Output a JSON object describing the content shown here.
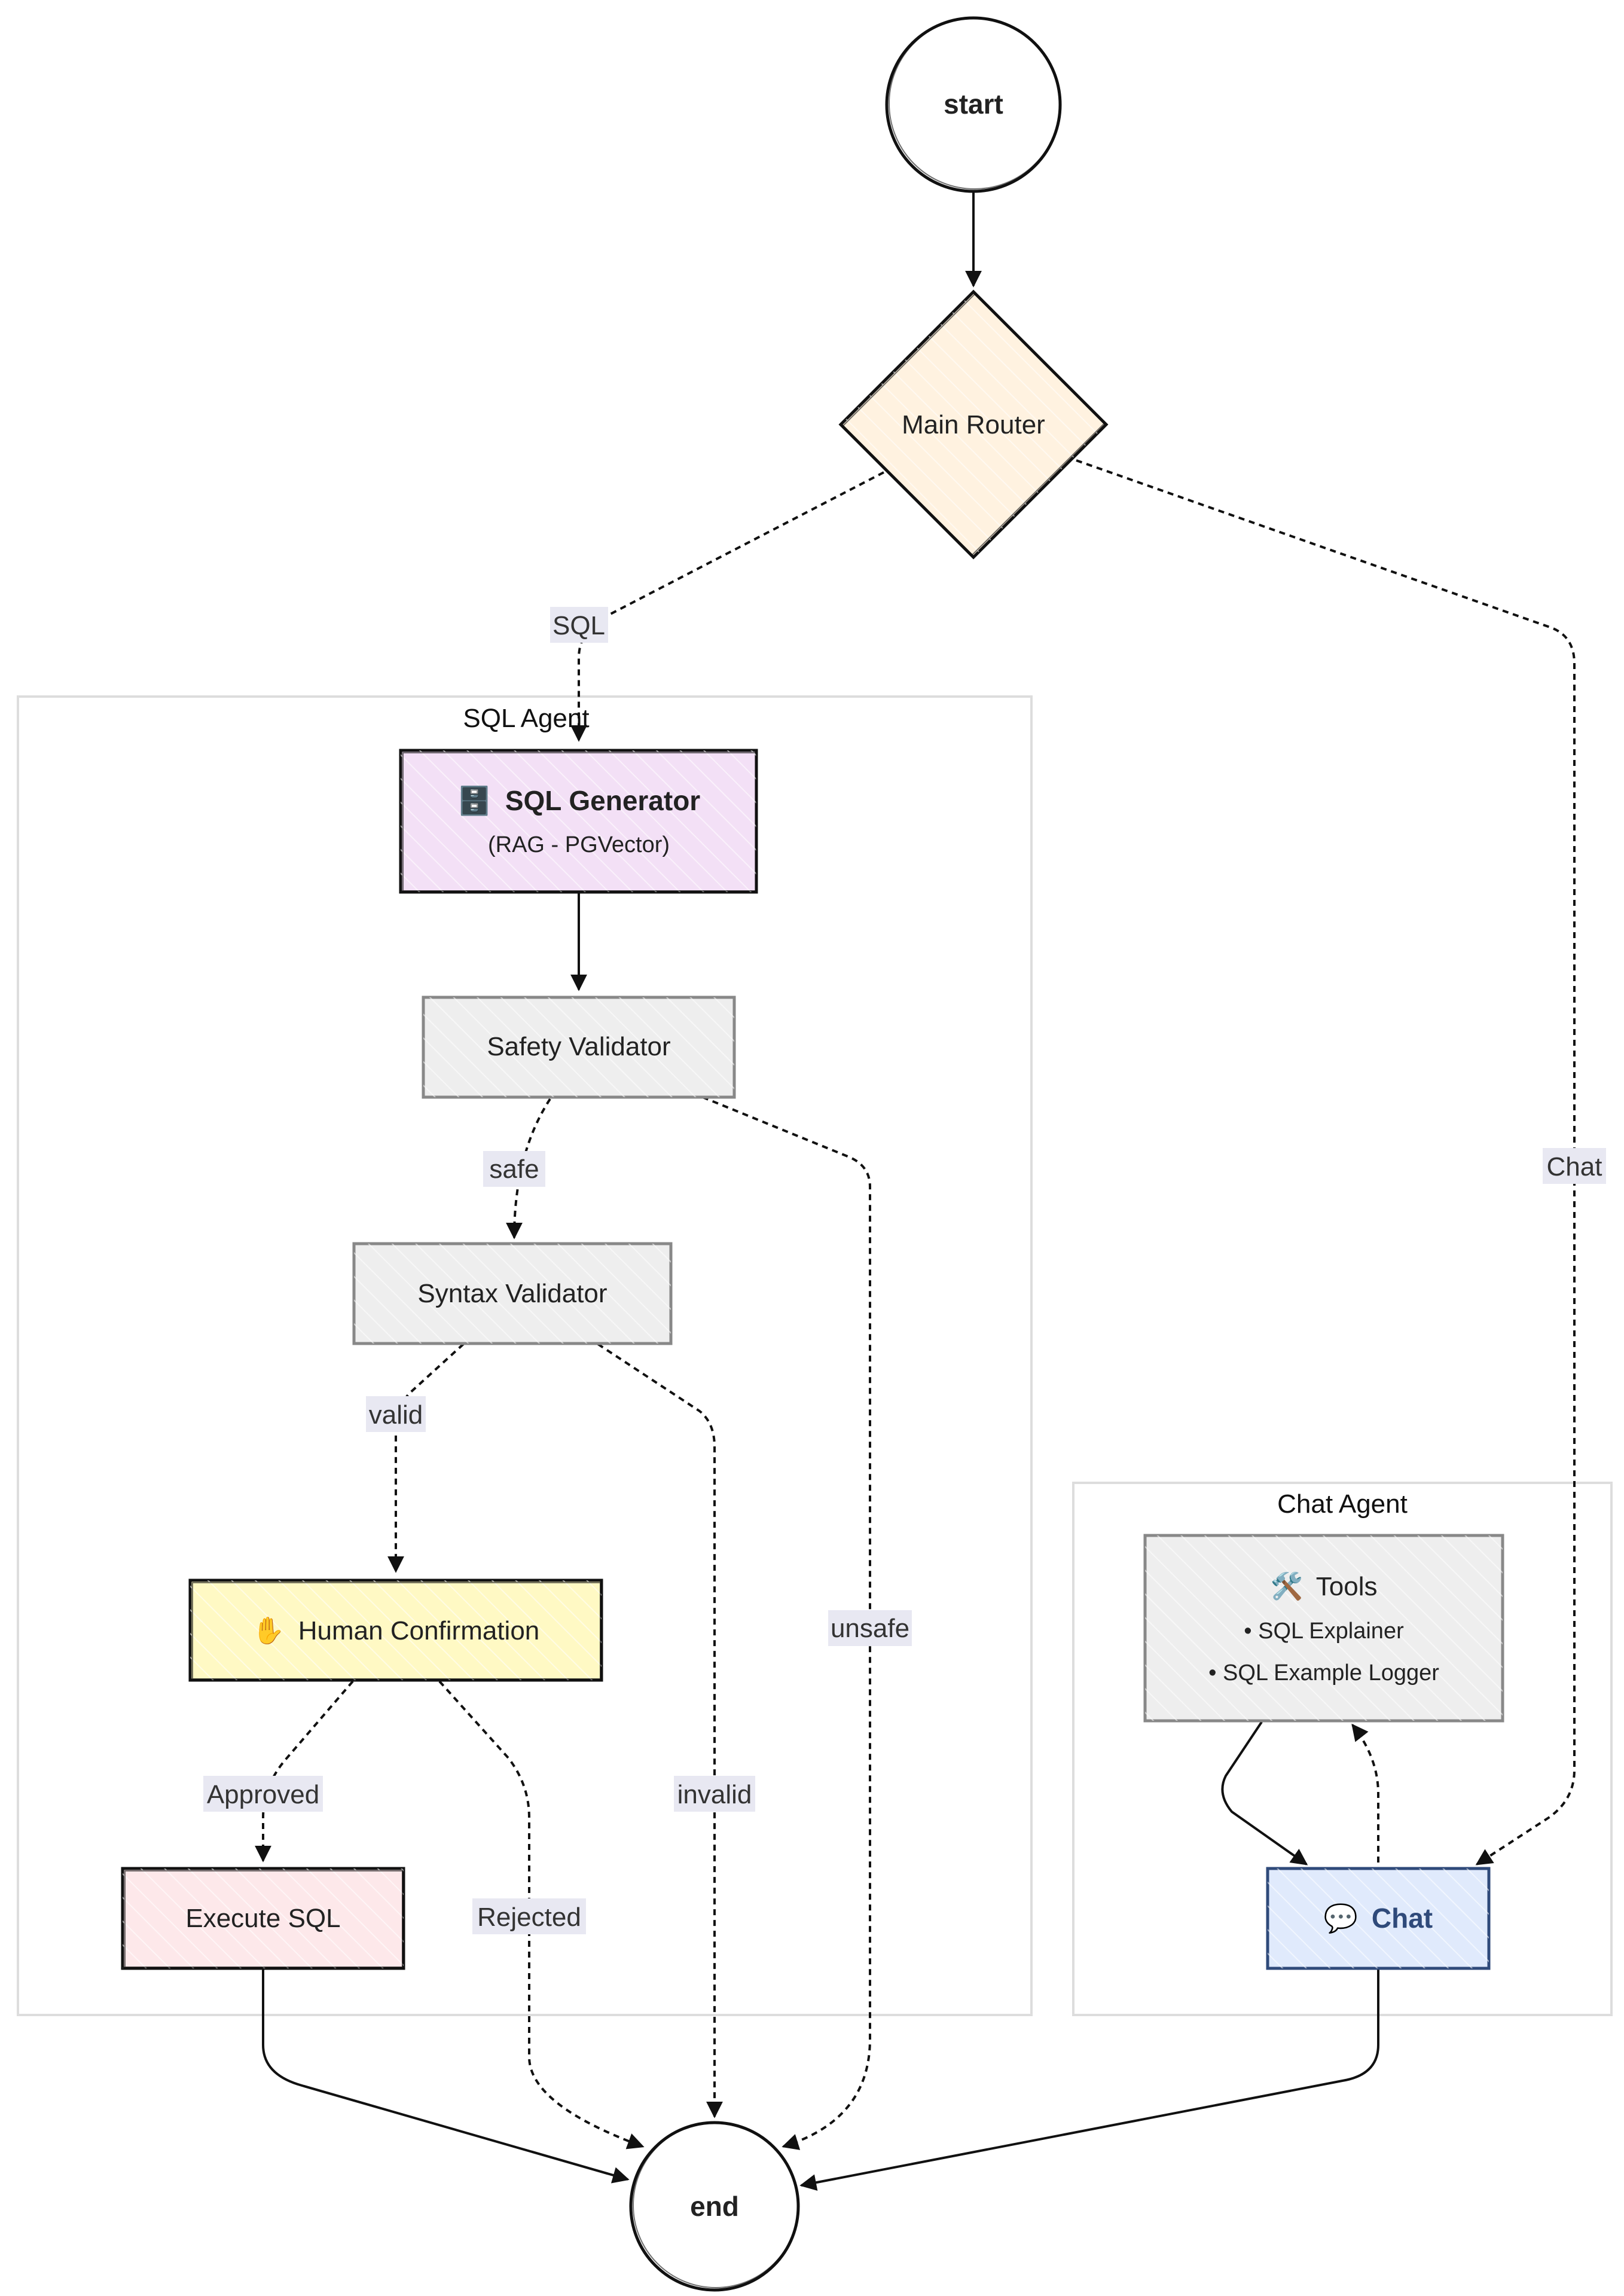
{
  "nodes": {
    "start": "start",
    "main_router": "Main Router",
    "sql_generator": {
      "icon": "🗄️",
      "title": "SQL Generator",
      "subtitle": "(RAG - PGVector)"
    },
    "safety_validator": "Safety Validator",
    "syntax_validator": "Syntax Validator",
    "human_confirmation": {
      "icon": "✋",
      "title": "Human Confirmation"
    },
    "execute_sql": "Execute SQL",
    "tools": {
      "icon": "🛠️",
      "title": "Tools",
      "items": [
        "• SQL Explainer",
        "• SQL Example Logger"
      ]
    },
    "chat": {
      "icon": "💬",
      "title": "Chat"
    },
    "end": "end"
  },
  "clusters": {
    "sql_agent": "SQL Agent",
    "chat_agent": "Chat Agent"
  },
  "edge_labels": {
    "sql": "SQL",
    "chat": "Chat",
    "safe": "safe",
    "unsafe": "unsafe",
    "valid": "valid",
    "invalid": "invalid",
    "approved": "Approved",
    "rejected": "Rejected"
  },
  "colors": {
    "router_fill": "#fff2e0",
    "generator_fill": "#f3e0f6",
    "validator_fill": "#eeeeee",
    "confirmation_fill": "#fff9c4",
    "execute_fill": "#fde8ea",
    "tools_fill": "#eeeeee",
    "chat_fill": "#e0eafc",
    "chat_text": "#2f4a7a",
    "cluster_border": "#dddddd"
  }
}
